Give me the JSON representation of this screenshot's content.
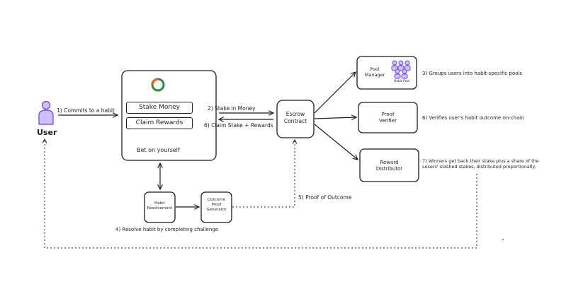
{
  "nodes": {
    "user": "User",
    "app": {
      "stake_button": "Stake Money",
      "claim_button": "Claim Rewards",
      "tagline": "Bet on yourself"
    },
    "escrow": "Escrow\nContract",
    "pool_manager": "Pool\nManager",
    "habit_pool": "Habit Pool",
    "proof_verifier": "Proof\nVerifier",
    "reward_distributor": "Reward\nDistributor",
    "habit_resolvement": "Habit\nResolvement",
    "outcome_proof_generator": "Outcome\nProof\nGenerator"
  },
  "edges": {
    "commit": "1) Commits to a habit",
    "stake": "2) Stake in Money",
    "claim": "6) Claim Stake + Rewards",
    "groups": "3) Groups users into habit-specific pools",
    "verifies": "6) Verifies user's habit outcome on-chain",
    "winners": "7) Winners get back their stake plus a share of the\nLosers' slashed stakes, distributed proportionally.",
    "resolve": "4) Resolve habit by completing challenge",
    "proof": "5) Proof of Outcome"
  },
  "colors": {
    "user_fill": "#d0bfff",
    "user_stroke": "#6741d9",
    "logo_ring": "#2b8a3e",
    "logo_accent": "#e8590c",
    "stroke": "#1e1e1e"
  }
}
